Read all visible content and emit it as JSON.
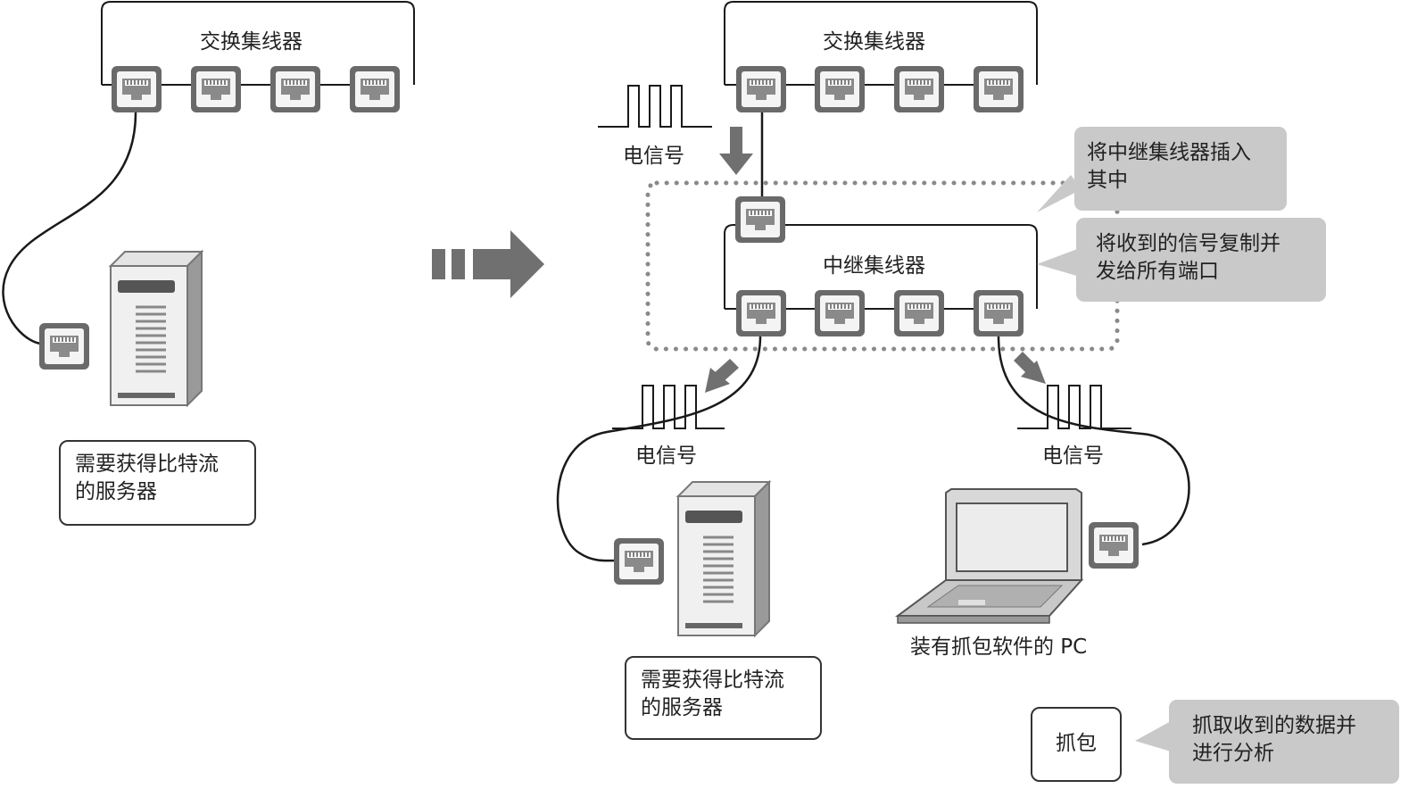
{
  "left": {
    "hub_label": "交换集线器",
    "server_caption": [
      "需要获得比特流",
      "的服务器"
    ]
  },
  "right": {
    "switch_label": "交换集线器",
    "repeater_label": "中继集线器",
    "signal_top": "电信号",
    "signal_left": "电信号",
    "signal_right": "电信号",
    "server_caption": [
      "需要获得比特流",
      "的服务器"
    ],
    "pc_caption": "装有抓包软件的 PC"
  },
  "callouts": {
    "insert": [
      "将中继集线器插入",
      "其中"
    ],
    "copy": [
      "将收到的信号复制并",
      "发给所有端口"
    ]
  },
  "legend": {
    "box_label": "抓包",
    "desc": [
      "抓取收到的数据并",
      "进行分析"
    ]
  },
  "colors": {
    "bubble": "#c9c9c9",
    "arrow": "#707070",
    "port_outer": "#6a6a6a",
    "line": "#1a1a1a"
  }
}
